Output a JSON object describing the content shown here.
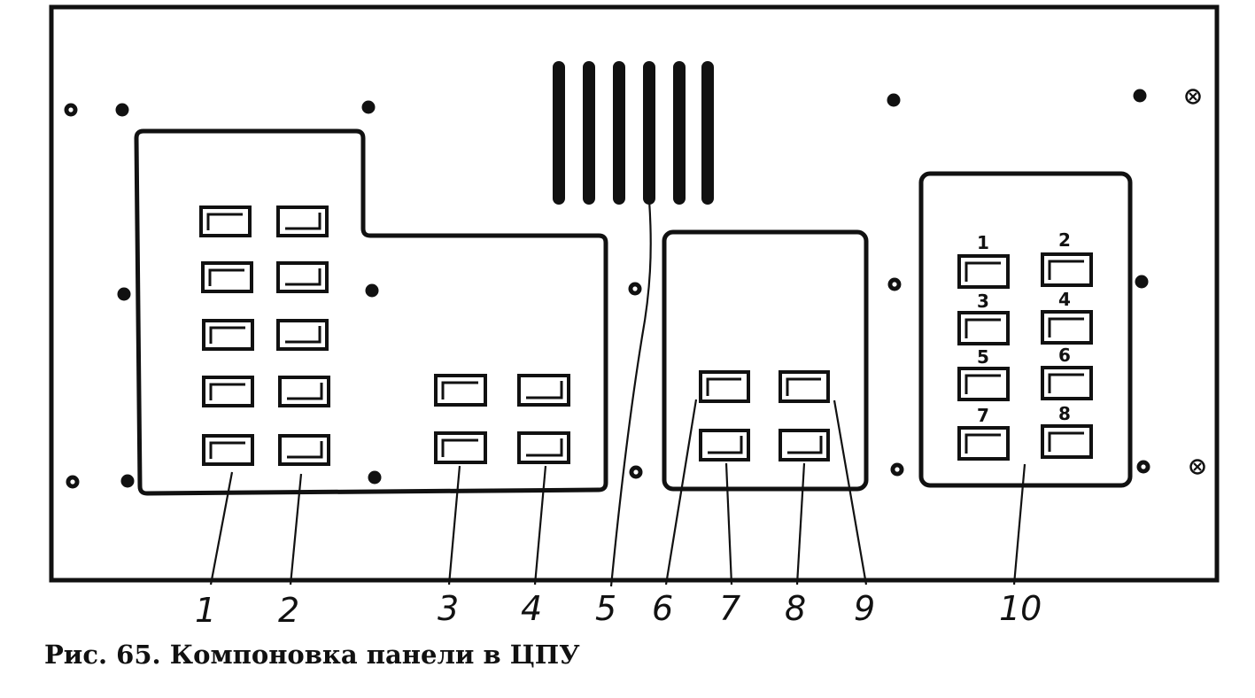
{
  "caption": "Рис. 65. Компоновка панели в ЦПУ",
  "callouts": [
    "1",
    "2",
    "3",
    "4",
    "5",
    "6",
    "7",
    "8",
    "9",
    "10"
  ],
  "right_block_numbers": [
    "1",
    "2",
    "3",
    "4",
    "5",
    "6",
    "7",
    "8"
  ],
  "colors": {
    "ink": "#111111",
    "paper": "#ffffff"
  },
  "icons": {
    "mount_hole": "screw-hole-icon",
    "vent": "ventilation-slot-icon",
    "switch": "rocker-switch-icon"
  }
}
